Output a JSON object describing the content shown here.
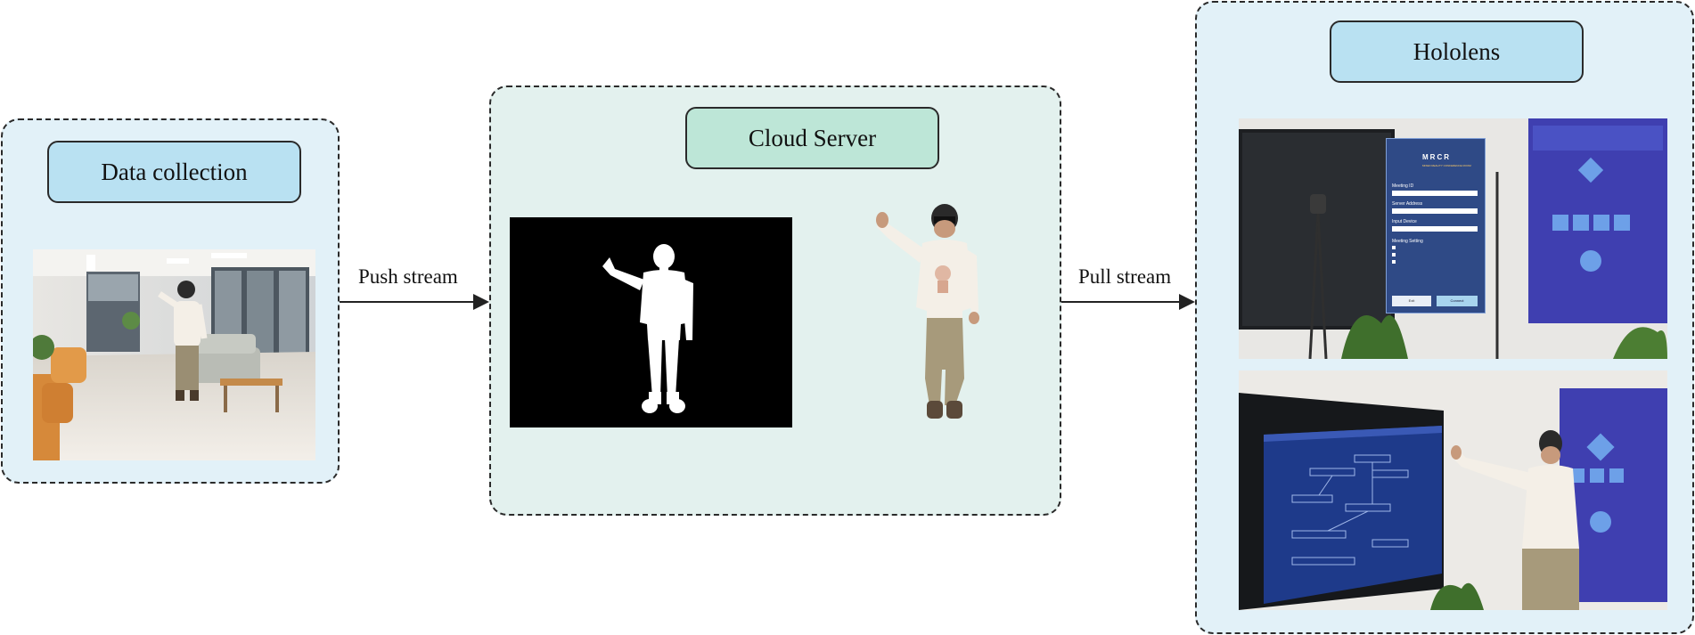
{
  "nodes": {
    "data_collection": {
      "title": "Data collection"
    },
    "cloud_server": {
      "title": "Cloud Server"
    },
    "hololens": {
      "title": "Hololens",
      "dialog": {
        "logo": "MRCR",
        "subtitle": "MIXED REALITY CONFERENCE ROOM",
        "meeting_id_label": "Meeting ID",
        "server_address_label": "Server Address",
        "input_device_label": "Input Device",
        "meeting_setting_label": "Meeting Setting",
        "left_button": "Exit",
        "right_button": "Connect"
      }
    }
  },
  "edges": {
    "push": {
      "label": "Push stream"
    },
    "pull": {
      "label": "Pull stream"
    }
  },
  "colors": {
    "panel_blue": "#e2f1f8",
    "panel_green": "#e3f1ee",
    "title_blue": "#b9e1f2",
    "title_green": "#bde6d7"
  }
}
